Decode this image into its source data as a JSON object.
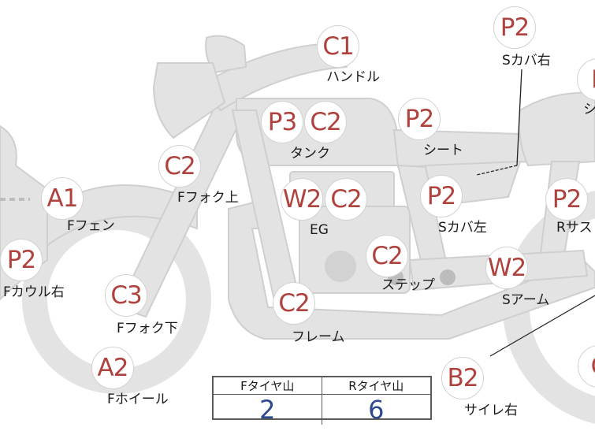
{
  "diagram": {
    "badges": [
      {
        "code": "C1"
      },
      {
        "code": "P2"
      },
      {
        "code": "P"
      },
      {
        "code": "P3"
      },
      {
        "code": "C2"
      },
      {
        "code": "P2"
      },
      {
        "code": "C2"
      },
      {
        "code": "W2"
      },
      {
        "code": "C2"
      },
      {
        "code": "P2"
      },
      {
        "code": "P2"
      },
      {
        "code": "A1"
      },
      {
        "code": "P2"
      },
      {
        "code": "C2"
      },
      {
        "code": "W2"
      },
      {
        "code": "C3"
      },
      {
        "code": "C2"
      },
      {
        "code": "A2"
      },
      {
        "code": "B2"
      },
      {
        "code": "C"
      }
    ],
    "labels": [
      {
        "text": "ハンドル"
      },
      {
        "text": "Sカバ右"
      },
      {
        "text": "シ"
      },
      {
        "text": "タンク"
      },
      {
        "text": "シート"
      },
      {
        "text": "Fフォク上"
      },
      {
        "text": "EG"
      },
      {
        "text": "Sカバ左"
      },
      {
        "text": "Rサス"
      },
      {
        "text": "Fフェン"
      },
      {
        "text": "Fカウル右"
      },
      {
        "text": "ステップ"
      },
      {
        "text": "Sアーム"
      },
      {
        "text": "Fフォク下"
      },
      {
        "text": "フレーム"
      },
      {
        "text": "Fホイール"
      },
      {
        "text": "サイレ右"
      }
    ]
  },
  "tire_table": {
    "front_header": "Fタイヤ山",
    "rear_header": "Rタイヤ山",
    "front_value": "2",
    "rear_value": "6"
  },
  "colors": {
    "badge_text": "#b0423e",
    "part_fill": "#e3e3e3",
    "part_stroke": "#cfcfcf",
    "table_value": "#2e4a8e"
  }
}
